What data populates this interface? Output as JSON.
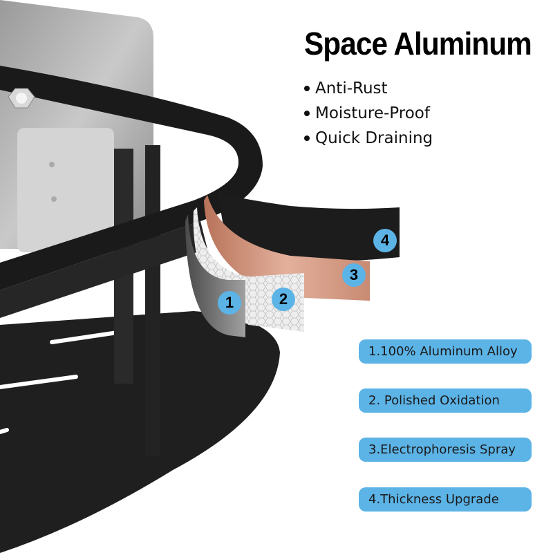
{
  "header": {
    "title": "Space Aluminum"
  },
  "benefits": [
    {
      "label": "Anti-Rust"
    },
    {
      "label": "Moisture-Proof"
    },
    {
      "label": "Quick Draining"
    }
  ],
  "layers": [
    {
      "number": "1",
      "label": "1.100% Aluminum Alloy",
      "color": "#8a8a8a"
    },
    {
      "number": "2",
      "label": "2. Polished Oxidation",
      "color": "#e8e8e8"
    },
    {
      "number": "3",
      "label": "3.Electrophoresis Spray",
      "color": "#d49a82"
    },
    {
      "number": "4",
      "label": "4.Thickness Upgrade",
      "color": "#1c1c1c"
    }
  ],
  "colors": {
    "accent": "#5cb3e6",
    "product": "#1e1e1e",
    "background": "#ffffff"
  }
}
